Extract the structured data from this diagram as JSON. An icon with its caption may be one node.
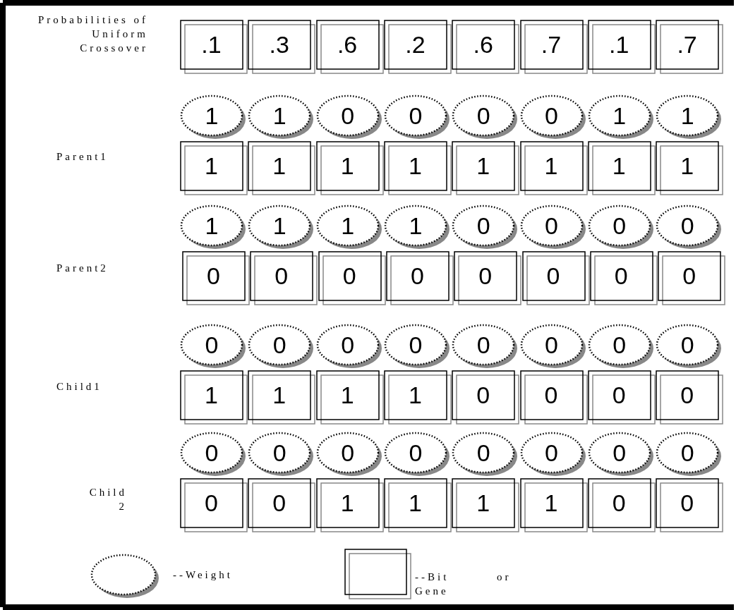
{
  "diagram": {
    "nodes": [
      {
        "text": [
          ".1"
        ]
      },
      {
        "text": [
          ".3"
        ]
      },
      {
        "text": [
          ".6"
        ]
      },
      {
        "text": [
          ".2"
        ]
      },
      {
        "text": [
          ".6"
        ]
      },
      {
        "text": [
          ".7"
        ]
      },
      {
        "text": [
          ".1"
        ]
      },
      {
        "text": [
          ".7"
        ]
      },
      {
        "text": [
          "1"
        ]
      },
      {
        "text": [
          "1"
        ]
      },
      {
        "text": [
          "0"
        ]
      },
      {
        "text": [
          "0"
        ]
      },
      {
        "text": [
          "0"
        ]
      },
      {
        "text": [
          "0"
        ]
      },
      {
        "text": [
          "1"
        ]
      },
      {
        "text": [
          "1"
        ]
      },
      {
        "text": [
          "1"
        ]
      },
      {
        "text": [
          "1"
        ]
      },
      {
        "text": [
          "1"
        ]
      },
      {
        "text": [
          "1"
        ]
      },
      {
        "text": [
          "1"
        ]
      },
      {
        "text": [
          "1"
        ]
      },
      {
        "text": [
          "1"
        ]
      },
      {
        "text": [
          "1"
        ]
      },
      {
        "text": [
          "1"
        ]
      },
      {
        "text": [
          "1"
        ]
      },
      {
        "text": [
          "1"
        ]
      },
      {
        "text": [
          "1"
        ]
      },
      {
        "text": [
          "0"
        ]
      },
      {
        "text": [
          "0"
        ]
      },
      {
        "text": [
          "0"
        ]
      },
      {
        "text": [
          "0"
        ]
      },
      {
        "text": [
          "0"
        ]
      },
      {
        "text": [
          "0"
        ]
      },
      {
        "text": [
          "0"
        ]
      },
      {
        "text": [
          "0"
        ]
      },
      {
        "text": [
          "0"
        ]
      },
      {
        "text": [
          "0"
        ]
      },
      {
        "text": [
          "0"
        ]
      },
      {
        "text": [
          "0"
        ]
      },
      {
        "text": [
          "0"
        ]
      },
      {
        "text": [
          "0"
        ]
      },
      {
        "text": [
          "0"
        ]
      },
      {
        "text": [
          "0"
        ]
      },
      {
        "text": [
          "0"
        ]
      },
      {
        "text": [
          "0"
        ]
      },
      {
        "text": [
          "0"
        ]
      },
      {
        "text": [
          "0"
        ]
      },
      {
        "text": [
          "1"
        ]
      },
      {
        "text": [
          "1"
        ]
      },
      {
        "text": [
          "1"
        ]
      },
      {
        "text": [
          "1"
        ]
      },
      {
        "text": [
          "0"
        ]
      },
      {
        "text": [
          "0"
        ]
      },
      {
        "text": [
          "0"
        ]
      },
      {
        "text": [
          "0"
        ]
      },
      {
        "text": [
          "0"
        ]
      },
      {
        "text": [
          "0"
        ]
      },
      {
        "text": [
          "0"
        ]
      },
      {
        "text": [
          "0"
        ]
      },
      {
        "text": [
          "0"
        ]
      },
      {
        "text": [
          "0"
        ]
      },
      {
        "text": [
          "0"
        ]
      },
      {
        "text": [
          "0"
        ]
      },
      {
        "text": [
          "0"
        ]
      },
      {
        "text": [
          "0"
        ]
      },
      {
        "text": [
          "1"
        ]
      },
      {
        "text": [
          "1"
        ]
      },
      {
        "text": [
          "1"
        ]
      },
      {
        "text": [
          "1"
        ]
      },
      {
        "text": [
          "0"
        ]
      },
      {
        "text": [
          "0"
        ]
      }
    ],
    "edges": [],
    "labels": [
      "Probabilities of Uniform Crossover",
      "Parent1",
      "Parent2",
      "Child1",
      "Child 2"
    ],
    "legend": [
      {
        "text": "--Weight"
      },
      {
        "text": "--Bit or Gene"
      }
    ]
  }
}
